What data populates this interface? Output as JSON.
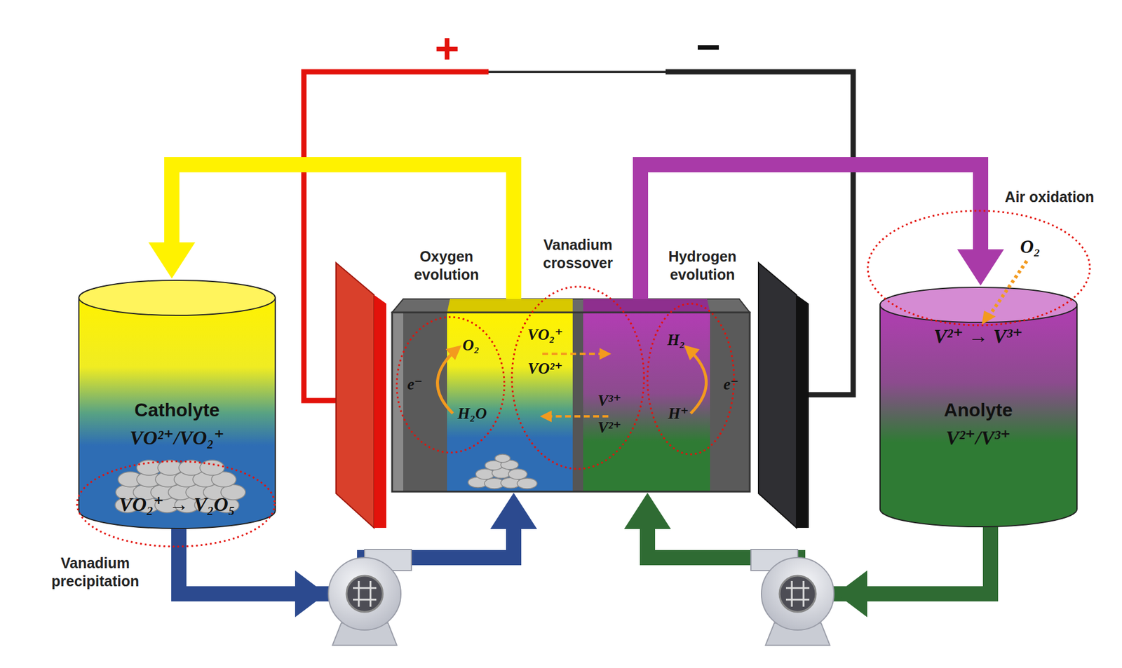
{
  "diagram": {
    "nodes": [
      {
        "text": [
          "Catholyte",
          "VO²⁺/VO₂⁺",
          "VO₂⁺ → V₂O₅"
        ]
      },
      {
        "text": [
          "O₂",
          "H₂O",
          "VO₂⁺",
          "VO²⁺"
        ]
      },
      {
        "text": [
          "V³⁺",
          "V²⁺",
          "H₂",
          "H⁺"
        ]
      },
      {
        "text": [
          "V²⁺ → V³⁺",
          "Anolyte",
          "V²⁺/V³⁺"
        ]
      }
    ],
    "edges": [
      {
        "from": 1,
        "to": 0,
        "arrow": "to"
      },
      {
        "from": 0,
        "to": 1,
        "arrow": "to"
      },
      {
        "from": 2,
        "to": 3,
        "arrow": "to"
      },
      {
        "from": 3,
        "to": 2,
        "arrow": "to"
      }
    ],
    "labels": [
      "+",
      "−",
      "Oxygen evolution",
      "Vanadium crossover",
      "Hydrogen evolution",
      "Air oxidation",
      "O₂",
      "e⁻",
      "e⁻",
      "Vanadium precipitation"
    ]
  }
}
